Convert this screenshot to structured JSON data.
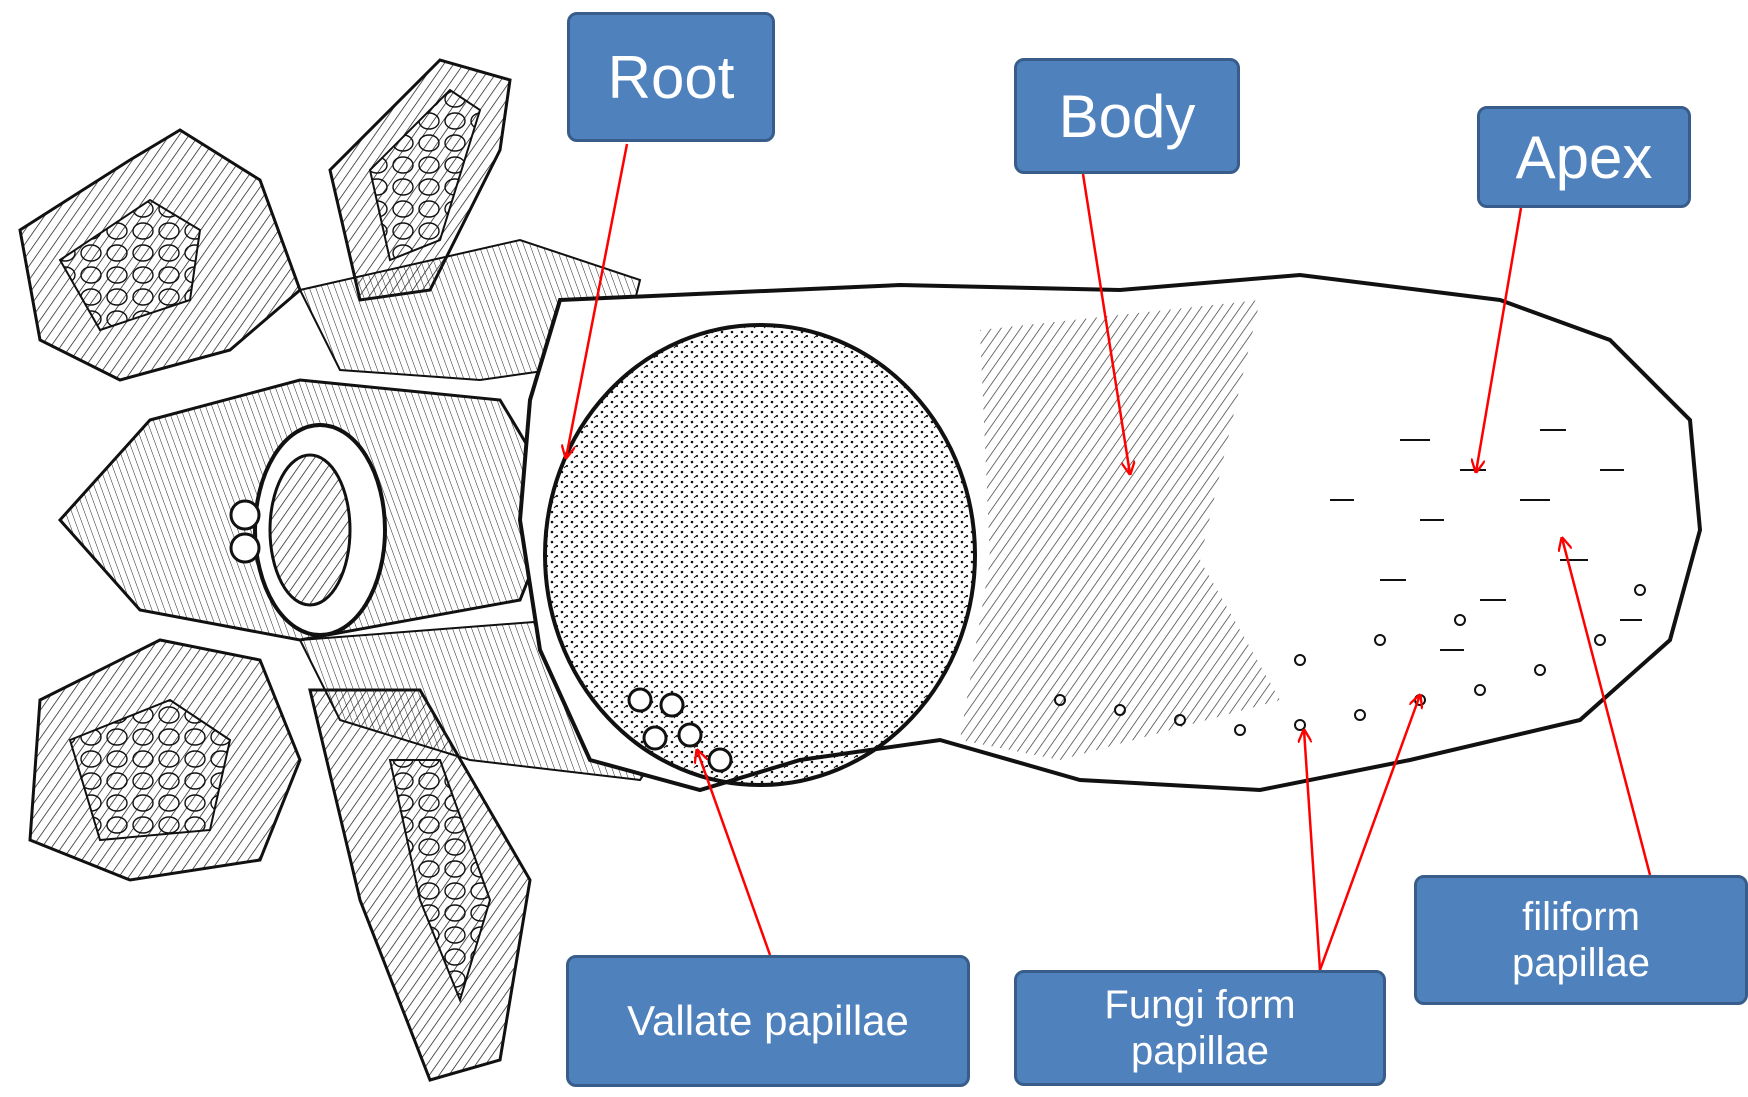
{
  "labels": {
    "root": "Root",
    "body": "Body",
    "apex": "Apex",
    "vallate": "Vallate papillae",
    "fungiform": "Fungi form papillae",
    "filiform": "filiform papillae"
  },
  "colors": {
    "callout_fill": "#4f81bd",
    "callout_border": "#385d8a",
    "callout_text": "#ffffff",
    "arrow": "#ff0000",
    "drawing_ink": "#111111"
  },
  "illustration": {
    "subject": "tongue",
    "style": "black-and-white line engraving"
  }
}
